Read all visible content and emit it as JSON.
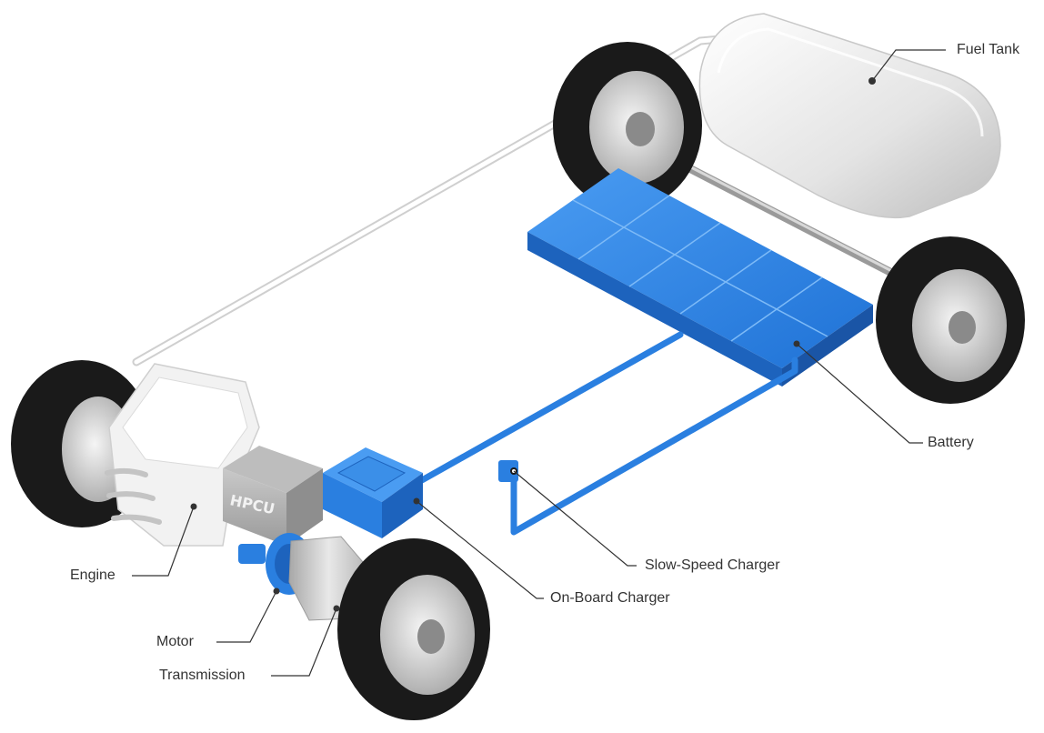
{
  "components": {
    "fuel_tank": "Fuel Tank",
    "battery": "Battery",
    "slow_speed_charger": "Slow-Speed Charger",
    "on_board_charger": "On-Board Charger",
    "engine": "Engine",
    "motor": "Motor",
    "transmission": "Transmission",
    "hpcu": "HPCU"
  },
  "colors": {
    "battery_blue": "#2a7fe0",
    "tire": "#1a1a1a",
    "rim": "#d9d9d9",
    "body_white": "#f2f2f2",
    "leader_line": "#333333"
  }
}
